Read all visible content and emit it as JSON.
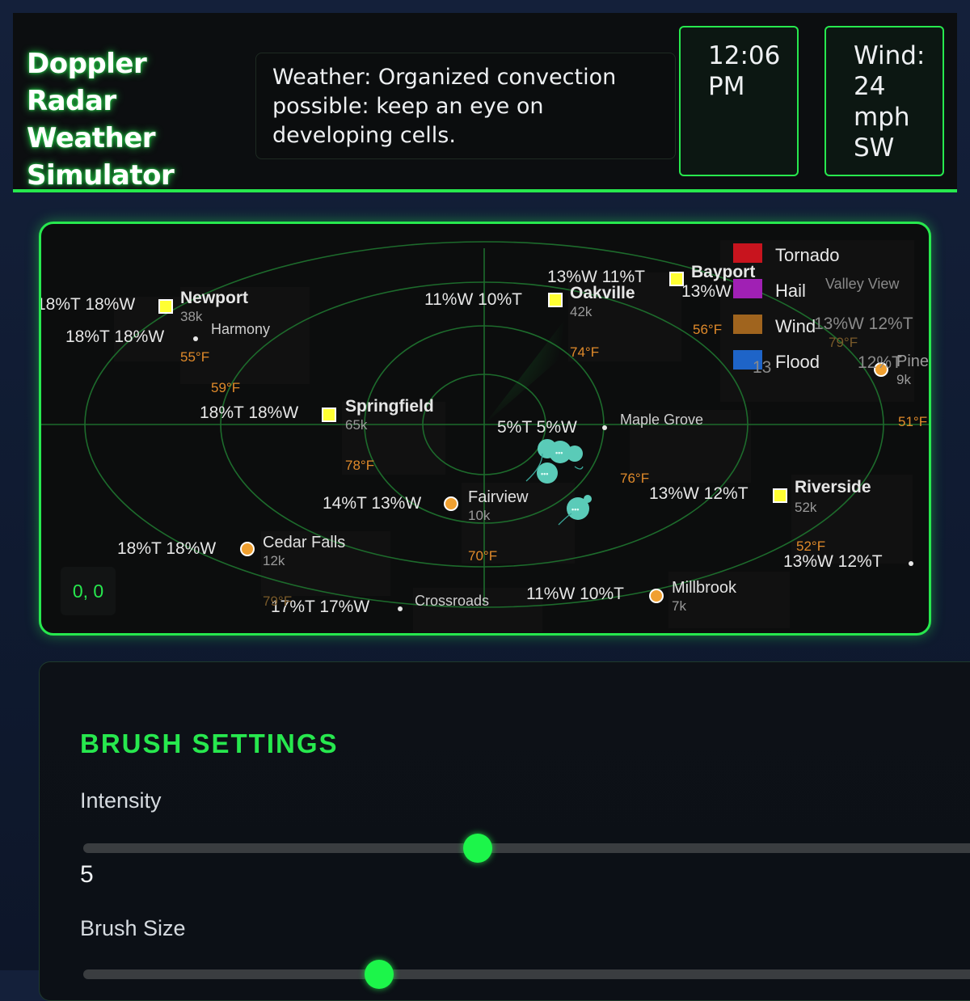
{
  "header": {
    "title": "Doppler Radar Weather Simulator",
    "forecast": "Weather: Organized convection possible: keep an eye on developing cells.",
    "time": "12:06 PM",
    "wind": "Wind: 24 mph SW"
  },
  "radar": {
    "coords": "0, 0",
    "legend": [
      {
        "label": "Tornado",
        "color": "#c8141e"
      },
      {
        "label": "Hail",
        "color": "#a020b4"
      },
      {
        "label": "Wind",
        "color": "#a0641e"
      },
      {
        "label": "Flood",
        "color": "#1e64c8"
      }
    ],
    "cities": [
      {
        "name": "Newport",
        "pop": "38k",
        "marker": "square",
        "risk": "18%T 18%W"
      },
      {
        "name": "Oakville",
        "pop": "42k",
        "marker": "square",
        "risk": "11%W 10%T"
      },
      {
        "name": "Bayport",
        "marker": "square",
        "risk": "13%W 11%T"
      },
      {
        "name": "Springfield",
        "pop": "65k",
        "marker": "square",
        "risk": "18%T 18%W"
      },
      {
        "name": "Riverside",
        "pop": "52k",
        "marker": "square",
        "risk": "13%W 12%T"
      },
      {
        "name": "Fairview",
        "pop": "10k",
        "marker": "circle",
        "risk": "14%T 13%W"
      },
      {
        "name": "Cedar Falls",
        "pop": "12k",
        "marker": "circle",
        "risk": "18%T 18%W"
      },
      {
        "name": "Millbrook",
        "pop": "7k",
        "marker": "circle",
        "risk": "11%W 10%T"
      },
      {
        "name": "Pine",
        "pop": "9k",
        "marker": "circle",
        "risk": "12%T"
      },
      {
        "name": "Harmony",
        "marker": "dot",
        "risk": "18%T 18%W"
      },
      {
        "name": "Maple Grove",
        "marker": "dot",
        "risk": "5%T 5%W"
      },
      {
        "name": "Crossroads",
        "marker": "dot",
        "risk": "17%T 17%W"
      },
      {
        "name": "Valley View",
        "marker": "dot",
        "risk": "13%W 12%T"
      }
    ],
    "extra_labels": [
      "18%T 18%W",
      "13%W 12%T",
      "13%W 12%T",
      "13%W",
      "13"
    ],
    "temps": [
      "55°F",
      "59°F",
      "78°F",
      "74°F",
      "56°F",
      "79°F",
      "76°F",
      "70°F",
      "52°F",
      "51°F",
      "79°F"
    ]
  },
  "brush": {
    "title": "BRUSH SETTINGS",
    "intensity_label": "Intensity",
    "intensity_value": "5",
    "intensity_fraction": 0.44,
    "size_label": "Brush Size",
    "size_fraction": 0.33
  }
}
